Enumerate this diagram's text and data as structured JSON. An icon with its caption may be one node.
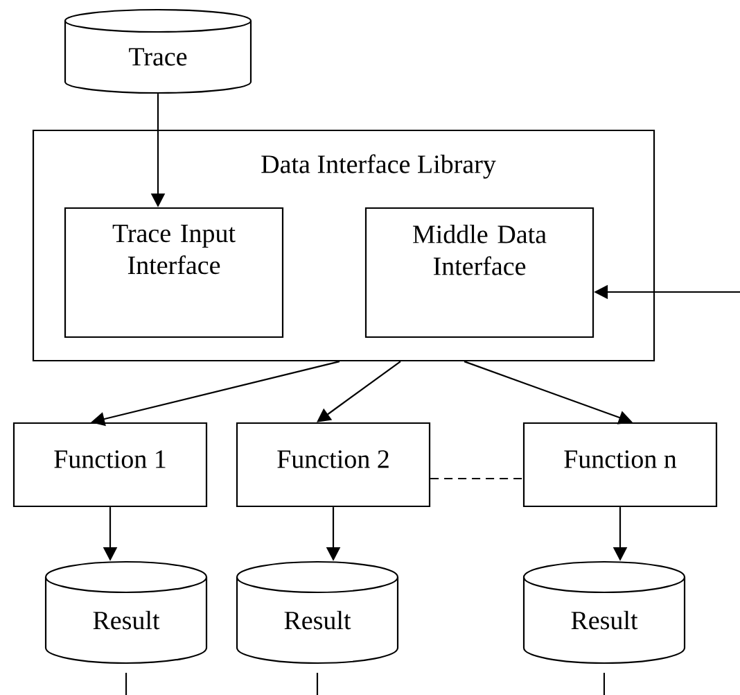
{
  "diagram": {
    "nodes": [
      {
        "text": [
          "Trace"
        ]
      },
      {
        "text": [
          "Data Interface Library"
        ]
      },
      {
        "text": [
          "Trace Input Interface"
        ],
        "in": 1
      },
      {
        "text": [
          "Middle Data Interface"
        ],
        "in": 1
      },
      {
        "text": [
          "Function 1"
        ]
      },
      {
        "text": [
          "Function 2"
        ]
      },
      {
        "text": [
          "Function n"
        ]
      },
      {
        "text": [
          "Result"
        ]
      },
      {
        "text": [
          "Result"
        ]
      },
      {
        "text": [
          "Result"
        ]
      }
    ],
    "edges": [
      {
        "from": 0,
        "to": 2,
        "arrow": "to"
      },
      {
        "from": null,
        "to": 3,
        "arrow": "to"
      },
      {
        "from": 1,
        "to": 4,
        "arrow": "to"
      },
      {
        "from": 1,
        "to": 5,
        "arrow": "to"
      },
      {
        "from": 1,
        "to": 6,
        "arrow": "to"
      },
      {
        "from": 5,
        "to": 6,
        "arrow": "none",
        "style": "dashed"
      },
      {
        "from": 4,
        "to": 7,
        "arrow": "to"
      },
      {
        "from": 5,
        "to": 8,
        "arrow": "to"
      },
      {
        "from": 6,
        "to": 9,
        "arrow": "to"
      },
      {
        "from": 7,
        "to": null,
        "arrow": "none"
      },
      {
        "from": 8,
        "to": null,
        "arrow": "none"
      },
      {
        "from": 9,
        "to": null,
        "arrow": "none"
      }
    ]
  }
}
